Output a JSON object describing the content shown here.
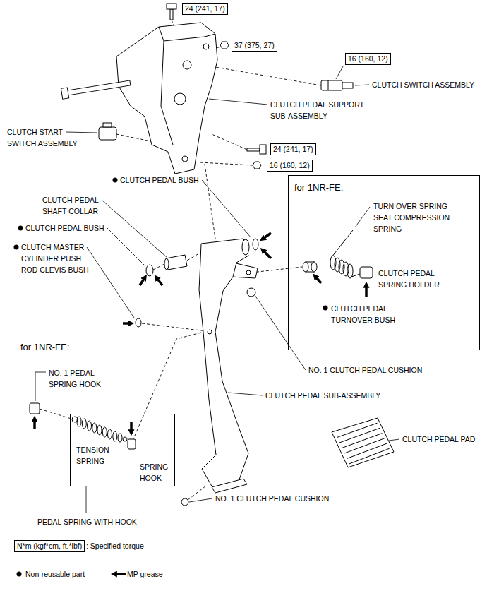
{
  "diagram": {
    "nodes": [
      {
        "text": [
          "24 (241, 17)"
        ]
      },
      {
        "text": [
          "37 (375, 27)"
        ]
      },
      {
        "text": [
          "16 (160, 12)"
        ]
      },
      {
        "text": [
          "24 (241, 17)"
        ]
      },
      {
        "text": [
          "16 (160, 12)"
        ]
      },
      {
        "text": [
          "for 1NR-FE:",
          "TURN OVER SPRING SEAT COMPRESSION SPRING",
          "CLUTCH PEDAL SPRING HOLDER",
          "CLUTCH PEDAL TURNOVER BUSH"
        ]
      },
      {
        "text": [
          "for 1NR-FE:",
          "NO. 1 PEDAL SPRING HOOK",
          "PEDAL SPRING WITH HOOK"
        ]
      },
      {
        "text": [
          "TENSION SPRING",
          "SPRING HOOK"
        ],
        "in": 6
      },
      {
        "text": [
          "N*m (kgf*cm, ft.*lbf)"
        ]
      }
    ],
    "labels": [
      "CLUTCH SWITCH ASSEMBLY",
      "CLUTCH PEDAL SUPPORT SUB-ASSEMBLY",
      "CLUTCH START SWITCH ASSEMBLY",
      "CLUTCH PEDAL BUSH",
      "CLUTCH PEDAL SHAFT COLLAR",
      "CLUTCH PEDAL BUSH",
      "CLUTCH MASTER CYLINDER PUSH ROD CLEVIS BUSH",
      "NO. 1 CLUTCH PEDAL CUSHION",
      "CLUTCH PEDAL SUB-ASSEMBLY",
      "CLUTCH PEDAL PAD",
      "NO. 1 CLUTCH PEDAL CUSHION"
    ],
    "legend": [
      {
        "text": ": Specified torque"
      },
      {
        "text": "Non-reusable part"
      },
      {
        "text": "MP grease"
      }
    ]
  }
}
